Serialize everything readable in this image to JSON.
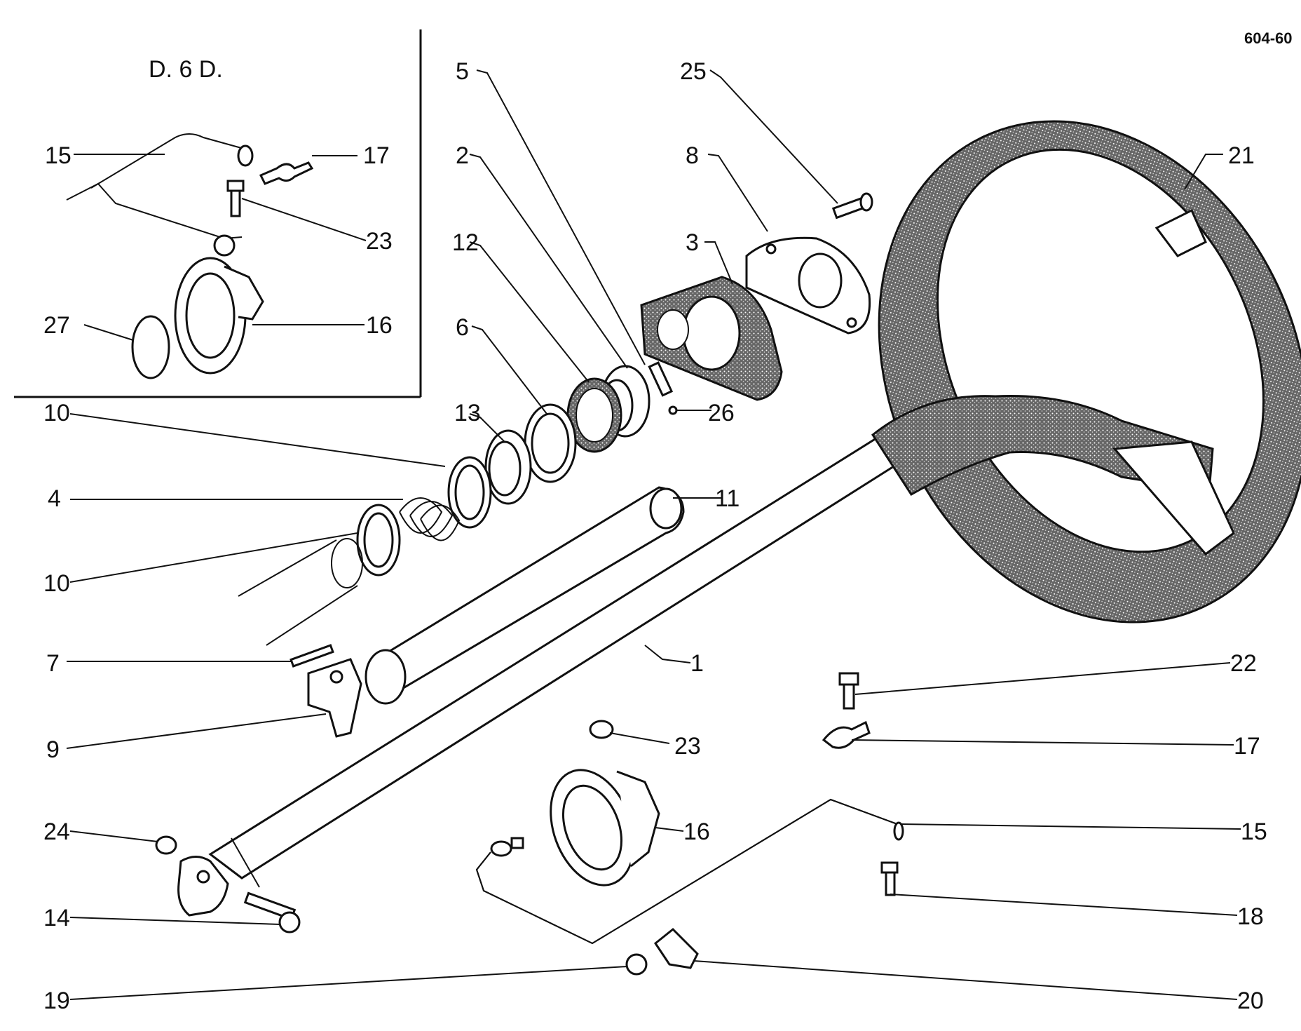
{
  "drawing": {
    "ref": "604-60",
    "inset_title": "D. 6 D."
  },
  "inset_labels": [
    "15",
    "17",
    "23",
    "27",
    "16"
  ],
  "labels": [
    "5",
    "25",
    "2",
    "8",
    "21",
    "12",
    "3",
    "6",
    "13",
    "26",
    "10",
    "4",
    "11",
    "10",
    "7",
    "1",
    "22",
    "9",
    "23",
    "17",
    "24",
    "16",
    "15",
    "18",
    "14",
    "19",
    "20"
  ]
}
